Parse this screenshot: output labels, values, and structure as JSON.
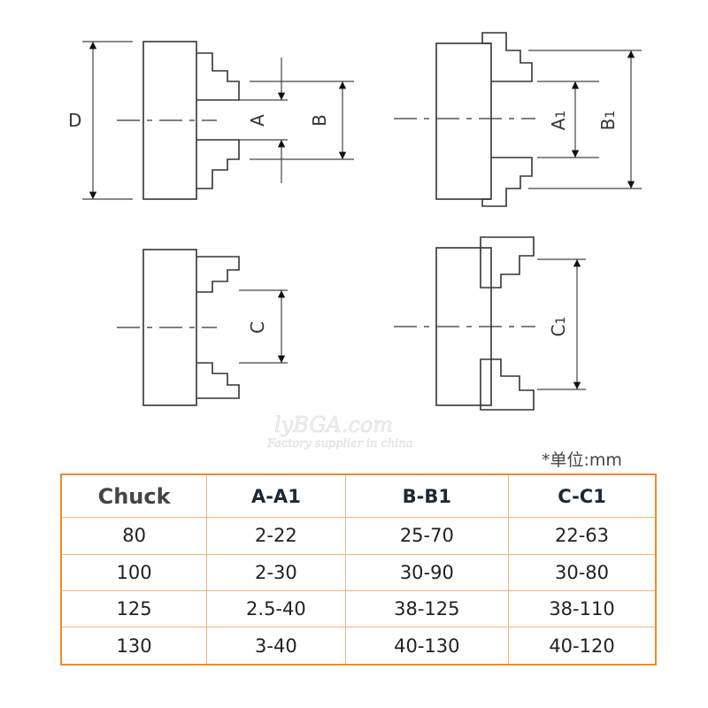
{
  "diagram": {
    "labels": {
      "D": "D",
      "A": "A",
      "B": "B",
      "C": "C",
      "A1": "A",
      "B1": "B",
      "C1": "C",
      "sub": "1"
    },
    "watermark": {
      "line1": "lyBGA.com",
      "line2": "Factory supplier in china"
    }
  },
  "unit_note": "*单位:mm",
  "table": {
    "headers": [
      "Chuck",
      "A-A1",
      "B-B1",
      "C-C1"
    ],
    "rows": [
      [
        "80",
        "2-22",
        "25-70",
        "22-63"
      ],
      [
        "100",
        "2-30",
        "30-90",
        "30-80"
      ],
      [
        "125",
        "2.5-40",
        "38-125",
        "38-110"
      ],
      [
        "130",
        "3-40",
        "40-130",
        "40-120"
      ]
    ]
  },
  "colors": {
    "border": "#ef8a2c",
    "grid": "#f3b580",
    "line": "#333333"
  }
}
